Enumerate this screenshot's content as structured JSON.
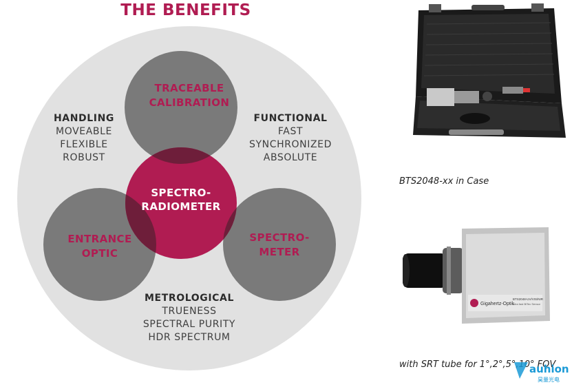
{
  "title": "THE BENEFITS",
  "center": [
    "SPECTRO-",
    "RADIOMETER"
  ],
  "components": {
    "top": [
      "TRACEABLE",
      "CALIBRATION"
    ],
    "left": [
      "ENTRANCE",
      "OPTIC"
    ],
    "right": [
      "SPECTRO-",
      "METER"
    ]
  },
  "benefits": {
    "handling": {
      "heading": "HANDLING",
      "items": [
        "MOVEABLE",
        "FLEXIBLE",
        "ROBUST"
      ]
    },
    "functional": {
      "heading": "FUNCTIONAL",
      "items": [
        "FAST",
        "SYNCHRONIZED",
        "ABSOLUTE"
      ]
    },
    "metrological": {
      "heading": "METROLOGICAL",
      "items": [
        "TRUENESS",
        "SPECTRAL PURITY",
        "HDR SPECTRUM"
      ]
    }
  },
  "captions": {
    "case": "BTS2048-xx in Case",
    "tube": "with SRT tube for 1°,2°,5°,10° FOV"
  },
  "device": {
    "brand": "Gigahertz-Optik",
    "model": "BTS2048-UV/VIS/NIR",
    "subtitle": "ultra fast BiTec Sensor"
  },
  "watermark": {
    "name": "auhion",
    "sub": "昊量光电"
  },
  "colors": {
    "accent": "#b01c52",
    "disk": "#e1e1e1",
    "circle": "#787878",
    "darkText": "#2c2c2c"
  }
}
